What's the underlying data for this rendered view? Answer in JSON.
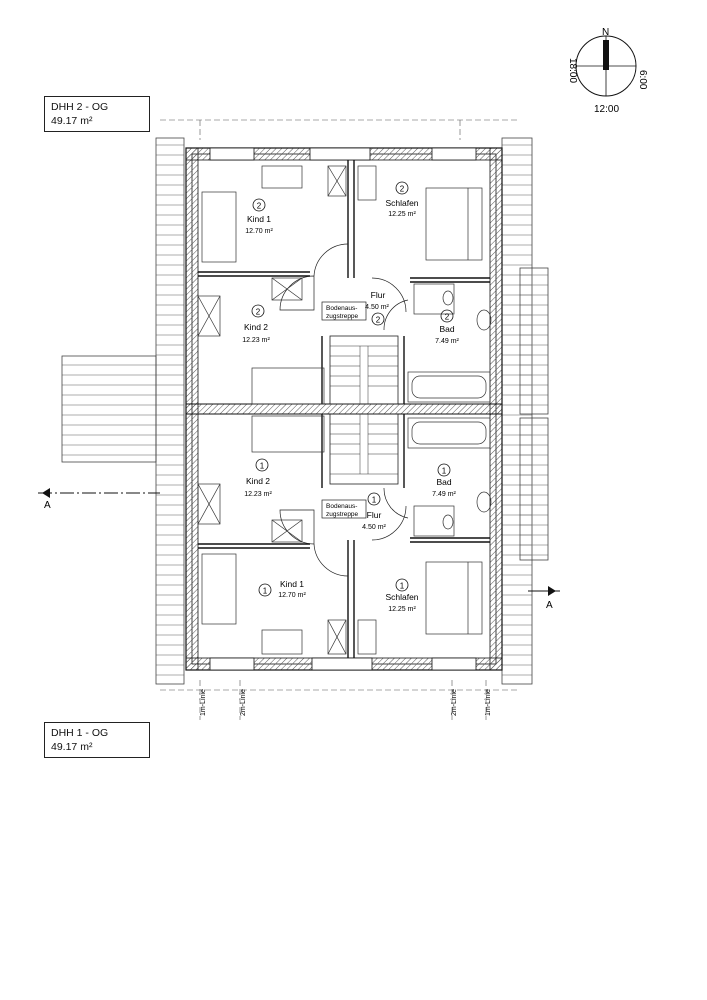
{
  "labels": {
    "dhh2_title": "DHH 2 - OG",
    "dhh2_area": "49.17 m²",
    "dhh1_title": "DHH 1 - OG",
    "dhh1_area": "49.17 m²"
  },
  "compass": {
    "north": "N",
    "east": "6:00",
    "south": "12:00",
    "west": "18:00"
  },
  "rooms": {
    "kind1_top": {
      "num": "2",
      "name": "Kind 1",
      "area": "12.70 m²"
    },
    "schlafen_top": {
      "num": "2",
      "name": "Schlafen",
      "area": "12.25 m²"
    },
    "kind2_top": {
      "num": "2",
      "name": "Kind 2",
      "area": "12.23 m²"
    },
    "flur_top": {
      "num": "2",
      "name": "Flur",
      "area": "4.50 m²"
    },
    "bad_top": {
      "num": "2",
      "name": "Bad",
      "area": "7.49 m²"
    },
    "kind2_bot": {
      "num": "1",
      "name": "Kind 2",
      "area": "12.23 m²"
    },
    "bad_bot": {
      "num": "1",
      "name": "Bad",
      "area": "7.49 m²"
    },
    "flur_bot": {
      "num": "1",
      "name": "Flur",
      "area": "4.50 m²"
    },
    "kind1_bot": {
      "num": "1",
      "name": "Kind 1",
      "area": "12.70 m²"
    },
    "schlafen_bot": {
      "num": "1",
      "name": "Schlafen",
      "area": "12.25 m²"
    }
  },
  "stair_labels": {
    "line1": "Bodenaus-",
    "line2": "zugstreppe"
  },
  "section_mark": "A",
  "height_lines": {
    "one_m": "1m-Linie",
    "two_m": "2m-Linie"
  }
}
